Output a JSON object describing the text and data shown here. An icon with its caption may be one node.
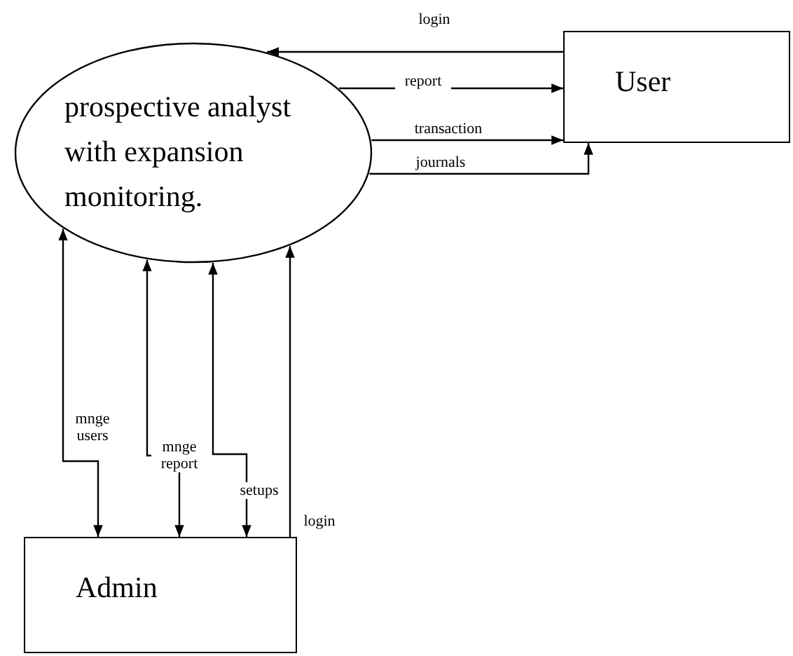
{
  "diagram": {
    "nodes": [
      {
        "text": [
          "prospective analyst with expansion monitoring."
        ]
      },
      {
        "text": [
          "User"
        ]
      },
      {
        "text": [
          "Admin"
        ]
      }
    ],
    "edges": [
      {
        "from": 1,
        "to": 0,
        "arrow": "to",
        "label": "login"
      },
      {
        "from": 0,
        "to": 1,
        "arrow": "to",
        "label": "report"
      },
      {
        "from": 0,
        "to": 1,
        "arrow": "to",
        "label": "transaction"
      },
      {
        "from": 0,
        "to": 1,
        "arrow": "to",
        "label": "journals"
      },
      {
        "from": 0,
        "to": 2,
        "arrow": "both",
        "label": "mnge users"
      },
      {
        "from": 0,
        "to": 2,
        "arrow": "both",
        "label": "mnge report"
      },
      {
        "from": 0,
        "to": 2,
        "arrow": "both",
        "label": "setups"
      },
      {
        "from": 2,
        "to": 0,
        "arrow": "to",
        "label": "login"
      }
    ]
  }
}
